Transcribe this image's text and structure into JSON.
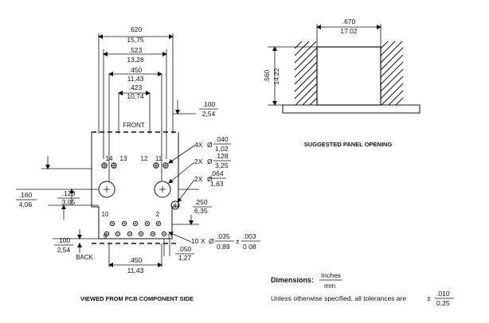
{
  "front_view": {
    "dimensions": {
      "overall_width": {
        "inches": ".620",
        "mm": "15,75"
      },
      "pin_row_width": {
        "inches": ".523",
        "mm": "13,28"
      },
      "mount_hole_spacing": {
        "inches": ".450",
        "mm": "11,43"
      },
      "inner_width": {
        "inches": ".423",
        "mm": "10,74"
      },
      "front_offset": {
        "inches": ".100",
        "mm": "2,54"
      },
      "hole_4x": {
        "prefix": "4X",
        "inches": ".040",
        "mm": "1,02"
      },
      "hole_2x_large": {
        "prefix": "2X",
        "inches": ".128",
        "mm": "3,25"
      },
      "hole_2x_small": {
        "prefix": "2X",
        "inches": ".064",
        "mm": "1,63"
      },
      "left_offset_outer": {
        "inches": ".160",
        "mm": "4,06"
      },
      "left_offset_inner": {
        "inches": ".120",
        "mm": "3,05"
      },
      "right_offset": {
        "inches": ".250",
        "mm": "6,35"
      },
      "hole_10x": {
        "prefix": "10 X",
        "inches": ".035",
        "mm": "0,89",
        "tol_inches": ".003",
        "tol_mm": "0 08"
      },
      "back_offset": {
        "inches": ".100",
        "mm": "2,54"
      },
      "back_pin_pitch": {
        "inches": ".050",
        "mm": "1,27"
      },
      "bottom_span": {
        "inches": ".450",
        "mm": "11,43"
      }
    },
    "labels": {
      "front": "FRONT",
      "back": "BACK",
      "pin14": "14",
      "pin13": "13",
      "pin12": "12",
      "pin11": "11",
      "pin10": "10",
      "pin9": "9",
      "pin2": "2",
      "pin1": "1",
      "diameter_symbol": "Ø",
      "plus_minus": "±"
    },
    "caption": "VIEWED FROM PCB COMPONENT SIDE"
  },
  "panel": {
    "width": {
      "inches": ".670",
      "mm": "17.02"
    },
    "height": {
      "inches": ".560",
      "mm": "14.22"
    },
    "caption": "SUGGESTED PANEL OPENING"
  },
  "notes": {
    "dimensions_label": "Dimensions:",
    "units_top": "Inches",
    "units_bottom": "mm",
    "tolerance_text": "Unless otherwise specified, all tolerances are",
    "tolerance_symbol": "±",
    "tolerance_inches": ".010",
    "tolerance_mm": "0,25"
  }
}
